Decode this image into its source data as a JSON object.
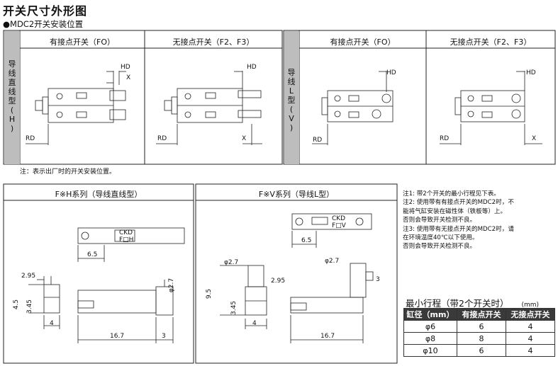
{
  "title": "开关尺寸外形图",
  "subtitle": "●MDC2开关安装位置",
  "straight_group": {
    "label": [
      "导",
      "线",
      "直",
      "线",
      "型"
    ],
    "sub": "H"
  },
  "l_group": {
    "label": [
      "导",
      "线",
      "L",
      "型"
    ],
    "sub": "V"
  },
  "headers": {
    "fo1": "有接点开关（FO）",
    "f2f3_1": "无接点开关（F2、F3）",
    "fo2": "有接点开关（FO）",
    "f2f3_2": "无接点开关（F2、F3）"
  },
  "dims": {
    "hd": "HD",
    "x": "X",
    "rd": "RD"
  },
  "top_note": "注：表示出厂时的开关安装位置。",
  "series": {
    "h": "F※H系列（导线直线型）",
    "v": "F※V系列（导线L型）"
  },
  "labels": {
    "ckd": "CKD",
    "fh": "F□H",
    "fv": "F□V"
  },
  "h_dims": {
    "d65": "6.5",
    "d295": "2.95",
    "d45": "4.5",
    "d345": "3.45",
    "d4": "4",
    "d167": "16.7",
    "d3": "3",
    "phi27": "φ2.7"
  },
  "v_dims": {
    "d65": "6.5",
    "phi27a": "φ2.7",
    "phi27b": "φ2.7",
    "d295": "2.95",
    "d95": "9.5",
    "d345": "3.45",
    "d4": "4",
    "d167": "16.7",
    "d3": "3"
  },
  "notes": [
    "注1:  带2个开关的最小行程见下表。",
    "注2:  使用带有有接点开关的MDC2时，不",
    "         能将气缸安装在磁性体（铁板等）上。",
    "         否则会导致开关检测不良。",
    "注3:  使用带有无接点开关的MDC2时，请",
    "         在环境温度40℃以下使用。",
    "         否则会导致开关检测不良。"
  ],
  "min_stroke": {
    "title": "最小行程（带2个开关时）",
    "unit": "(mm)",
    "headers": [
      "缸径（mm）",
      "有接点开关",
      "无接点开关"
    ],
    "rows": [
      [
        "φ6",
        "6",
        "4"
      ],
      [
        "φ8",
        "8",
        "4"
      ],
      [
        "φ10",
        "6",
        "4"
      ]
    ]
  }
}
